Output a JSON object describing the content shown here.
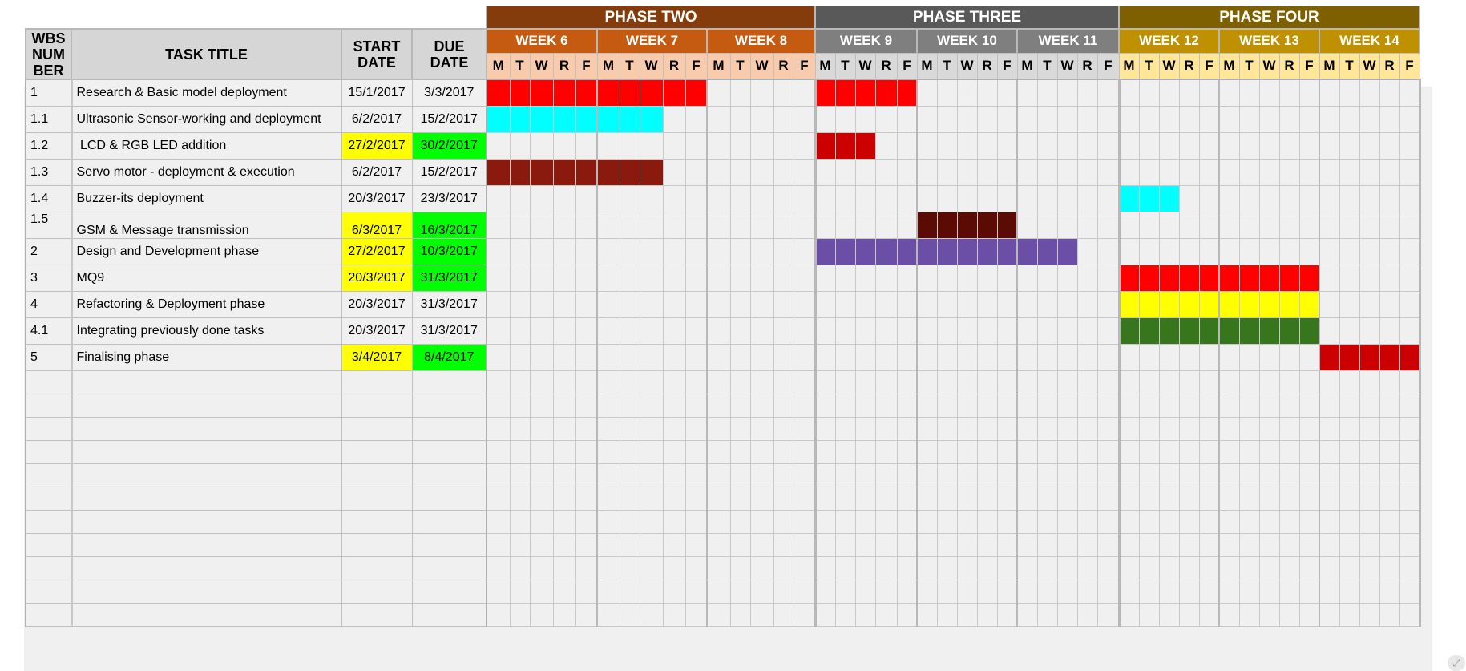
{
  "header": {
    "wbs_lines": [
      "WBS",
      "NUM",
      "BER"
    ],
    "task_title": "TASK TITLE",
    "start_lines": [
      "START",
      "DATE"
    ],
    "due_lines": [
      "DUE",
      "DATE"
    ]
  },
  "phases": [
    {
      "label": "PHASE TWO",
      "color": "#843c0c",
      "week_color": "#c55a11",
      "day_color": "#f8cbad",
      "weeks": [
        "WEEK 6",
        "WEEK 7",
        "WEEK 8"
      ]
    },
    {
      "label": "PHASE THREE",
      "color": "#595959",
      "week_color": "#7f7f7f",
      "day_color": "#d9d9d9",
      "weeks": [
        "WEEK 9",
        "WEEK 10",
        "WEEK 11"
      ]
    },
    {
      "label": "PHASE FOUR",
      "color": "#7f6000",
      "week_color": "#bf9000",
      "day_color": "#ffe699",
      "weeks": [
        "WEEK 12",
        "WEEK 13",
        "WEEK 14"
      ]
    }
  ],
  "day_letters": [
    "M",
    "T",
    "W",
    "R",
    "F"
  ],
  "tasks": [
    {
      "wbs": "1",
      "title": "Research & Basic model deployment",
      "start": "15/1/2017",
      "due": "3/3/2017",
      "start_hl": "",
      "due_hl": "",
      "bars": [
        {
          "from": 0,
          "to": 9,
          "color": "#ff0000"
        },
        {
          "from": 15,
          "to": 19,
          "color": "#ff0000"
        }
      ]
    },
    {
      "wbs": "1.1",
      "title": "Ultrasonic Sensor-working and deployment",
      "start": "6/2/2017",
      "due": "15/2/2017",
      "start_hl": "",
      "due_hl": "",
      "bars": [
        {
          "from": 0,
          "to": 7,
          "color": "#00ffff"
        }
      ]
    },
    {
      "wbs": "1.2",
      "title": " LCD & RGB LED addition",
      "start": "27/2/2017",
      "due": "30/2/2017",
      "start_hl": "ylw",
      "due_hl": "grn",
      "bars": [
        {
          "from": 15,
          "to": 17,
          "color": "#cc0000"
        }
      ]
    },
    {
      "wbs": "1.3",
      "title": "Servo motor - deployment & execution",
      "start": "6/2/2017",
      "due": "15/2/2017",
      "start_hl": "",
      "due_hl": "",
      "bars": [
        {
          "from": 0,
          "to": 7,
          "color": "#8b1a0e"
        }
      ]
    },
    {
      "wbs": "1.4",
      "title": "Buzzer-its deployment",
      "start": "20/3/2017",
      "due": "23/3/2017",
      "start_hl": "",
      "due_hl": "",
      "bars": [
        {
          "from": 30,
          "to": 32,
          "color": "#00ffff"
        }
      ]
    },
    {
      "wbs": "1.5",
      "title": "GSM & Message transmission",
      "start": "6/3/2017",
      "due": "16/3/2017",
      "start_hl": "ylw",
      "due_hl": "grn",
      "bars": [
        {
          "from": 20,
          "to": 24,
          "color": "#5c0a04"
        }
      ]
    },
    {
      "wbs": "2",
      "title": "Design and Development phase",
      "start": "27/2/2017",
      "due": "10/3/2017",
      "start_hl": "ylw",
      "due_hl": "grn",
      "bars": [
        {
          "from": 15,
          "to": 27,
          "color": "#6b4fa6"
        }
      ]
    },
    {
      "wbs": "3",
      "title": "MQ9",
      "start": "20/3/2017",
      "due": "31/3/2017",
      "start_hl": "ylw",
      "due_hl": "grn",
      "bars": [
        {
          "from": 30,
          "to": 39,
          "color": "#ff0000"
        }
      ]
    },
    {
      "wbs": "4",
      "title": "Refactoring & Deployment phase",
      "start": "20/3/2017",
      "due": "31/3/2017",
      "start_hl": "",
      "due_hl": "",
      "bars": [
        {
          "from": 30,
          "to": 39,
          "color": "#ffff00"
        }
      ]
    },
    {
      "wbs": "4.1",
      "title": "Integrating previously done tasks",
      "start": "20/3/2017",
      "due": "31/3/2017",
      "start_hl": "",
      "due_hl": "",
      "bars": [
        {
          "from": 30,
          "to": 39,
          "color": "#38761d"
        }
      ]
    },
    {
      "wbs": "5",
      "title": "Finalising phase",
      "start": "3/4/2017",
      "due": "8/4/2017",
      "start_hl": "ylw",
      "due_hl": "grn",
      "bars": [
        {
          "from": 40,
          "to": 44,
          "color": "#cc0000"
        }
      ]
    }
  ],
  "empty_rows": 11,
  "resize_icon": "resize-corner-icon"
}
